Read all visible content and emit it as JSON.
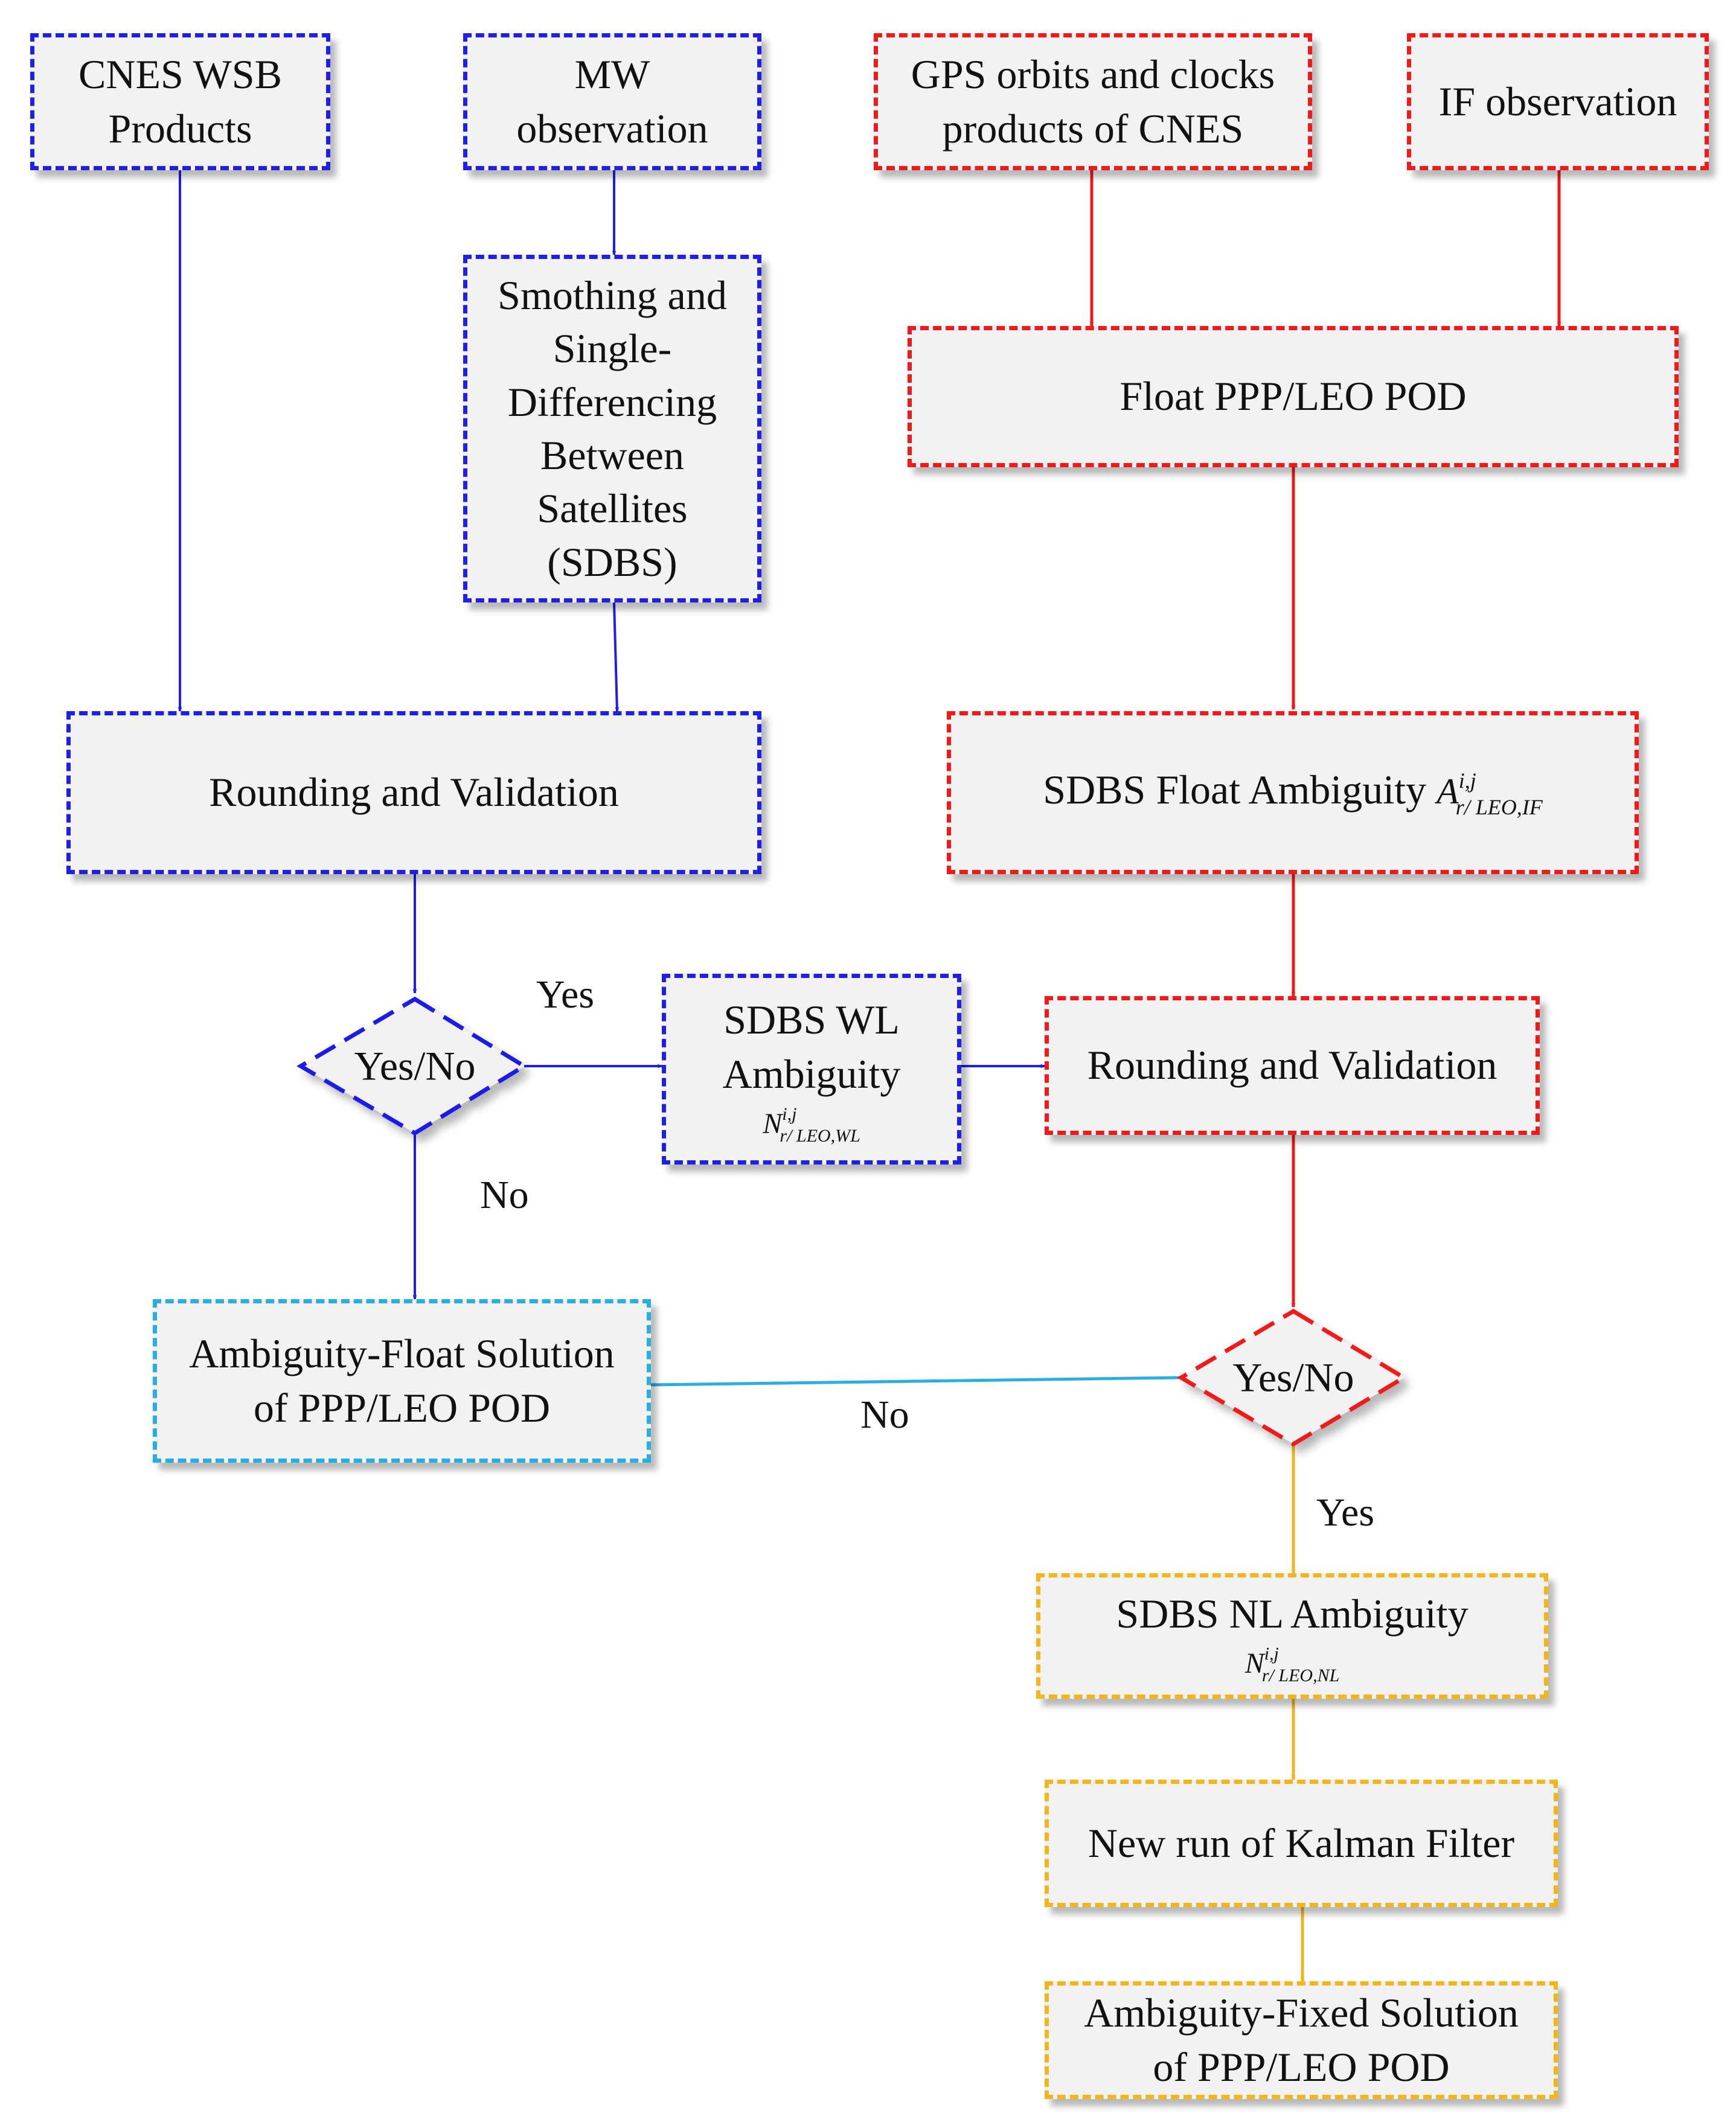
{
  "nodes": {
    "cnes_wsb": [
      "CNES WSB",
      "Products"
    ],
    "mw_obs": [
      "MW",
      "observation"
    ],
    "gps_orbits": [
      "GPS orbits and clocks",
      "products of CNES"
    ],
    "if_obs": [
      "IF observation"
    ],
    "smoothing": [
      "Smothing and",
      "Single-",
      "Differencing",
      "Between",
      "Satellites",
      "(SDBS)"
    ],
    "float_ppp": [
      "Float PPP/LEO POD"
    ],
    "rounding_left": [
      "Rounding and Validation"
    ],
    "sdbs_float": "SDBS Float Ambiguity",
    "sdbs_float_formula": {
      "base": "A",
      "sup": "i,j",
      "sub": "r/ LEO,IF"
    },
    "decision_left": "Yes/No",
    "sdbs_wl": [
      "SDBS WL",
      "Ambiguity"
    ],
    "sdbs_wl_formula": {
      "base": "N",
      "sup": "i,j",
      "sub": "r/ LEO,WL"
    },
    "rounding_right": [
      "Rounding and Validation"
    ],
    "float_solution": [
      "Ambiguity-Float Solution",
      "of PPP/LEO POD"
    ],
    "decision_right": "Yes/No",
    "sdbs_nl": "SDBS NL Ambiguity",
    "sdbs_nl_formula": {
      "base": "N",
      "sup": "i,j",
      "sub": "r/ LEO,NL"
    },
    "kalman": [
      "New run of Kalman Filter"
    ],
    "fixed_solution": [
      "Ambiguity-Fixed Solution",
      "of PPP/LEO POD"
    ]
  },
  "edge_labels": {
    "yes_left": "Yes",
    "no_left": "No",
    "no_right": "No",
    "yes_right": "Yes"
  },
  "colors": {
    "blue": "#1f1fe6",
    "red": "#f01a1a",
    "cyan": "#2aaee0",
    "amber": "#f2b51c",
    "box_fill": "#f2f2f2"
  }
}
